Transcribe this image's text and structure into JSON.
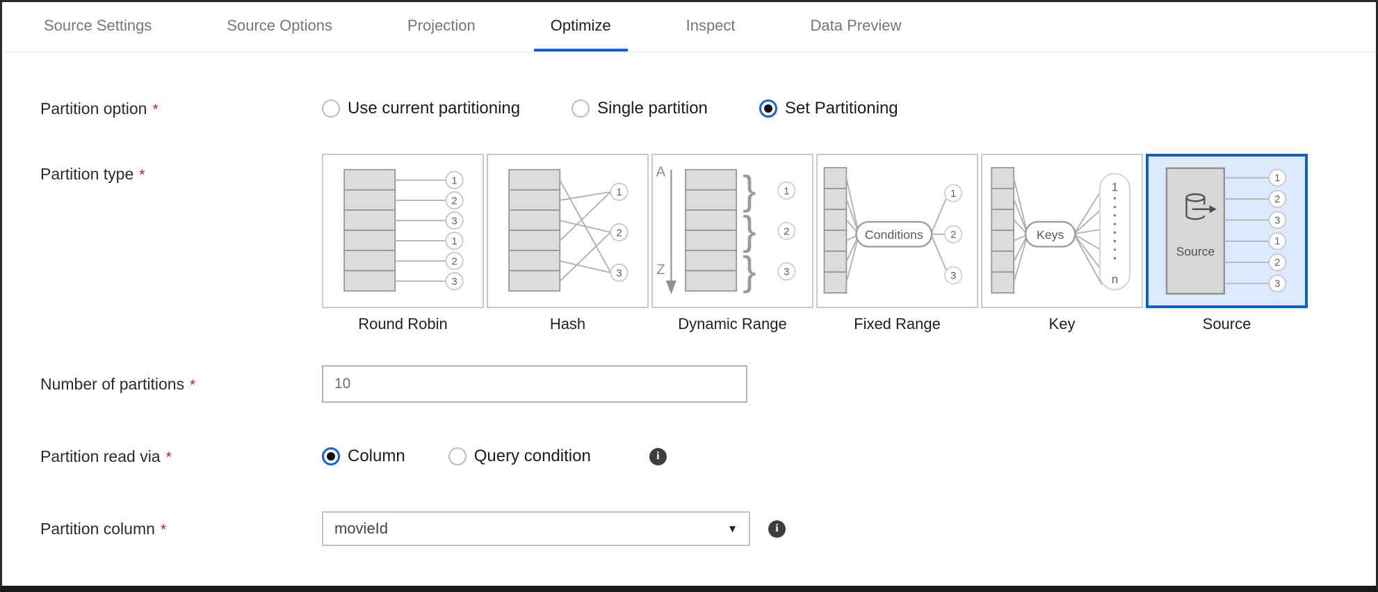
{
  "tabs": {
    "items": [
      {
        "label": "Source Settings",
        "active": false
      },
      {
        "label": "Source Options",
        "active": false
      },
      {
        "label": "Projection",
        "active": false
      },
      {
        "label": "Optimize",
        "active": true
      },
      {
        "label": "Inspect",
        "active": false
      },
      {
        "label": "Data Preview",
        "active": false
      }
    ]
  },
  "form": {
    "partition_option": {
      "label": "Partition option",
      "required": "*",
      "options": [
        {
          "label": "Use current partitioning",
          "selected": false
        },
        {
          "label": "Single partition",
          "selected": false
        },
        {
          "label": "Set Partitioning",
          "selected": true
        }
      ]
    },
    "partition_type": {
      "label": "Partition type",
      "required": "*",
      "tiles": [
        {
          "label": "Round Robin",
          "selected": false
        },
        {
          "label": "Hash",
          "selected": false
        },
        {
          "label": "Dynamic Range",
          "selected": false
        },
        {
          "label": "Fixed Range",
          "selected": false
        },
        {
          "label": "Key",
          "selected": false
        },
        {
          "label": "Source",
          "selected": true
        }
      ]
    },
    "number_of_partitions": {
      "label": "Number of partitions",
      "required": "*",
      "value": "10"
    },
    "partition_read_via": {
      "label": "Partition read via",
      "required": "*",
      "options": [
        {
          "label": "Column",
          "selected": true
        },
        {
          "label": "Query condition",
          "selected": false
        }
      ]
    },
    "partition_column": {
      "label": "Partition column",
      "required": "*",
      "value": "movieId"
    }
  },
  "diagrams": {
    "round_robin": {
      "outputs": [
        "1",
        "2",
        "3",
        "1",
        "2",
        "3"
      ]
    },
    "hash": {
      "outputs": [
        "1",
        "2",
        "3"
      ]
    },
    "dynamic_range": {
      "range_top": "A",
      "range_bottom": "Z",
      "brace": "}",
      "outputs": [
        "1",
        "2",
        "3"
      ]
    },
    "fixed_range": {
      "pill": "Conditions",
      "outputs": [
        "1",
        "2",
        "3"
      ]
    },
    "key": {
      "pill": "Keys",
      "first": "1",
      "last": "n"
    },
    "source": {
      "box": "Source",
      "outputs": [
        "1",
        "2",
        "3",
        "1",
        "2",
        "3"
      ]
    }
  },
  "icons": {
    "info": "i",
    "caret": "▼"
  },
  "colors": {
    "accent_blue": "#1160e0",
    "tile_selected_border": "#0e5ecf",
    "tile_selected_bg": "#dbeafd",
    "required_red": "#a4262c",
    "inactive_tab": "#767676",
    "diagram_fill": "#dcdcdc",
    "info_icon_bg": "#3d3d3d"
  }
}
